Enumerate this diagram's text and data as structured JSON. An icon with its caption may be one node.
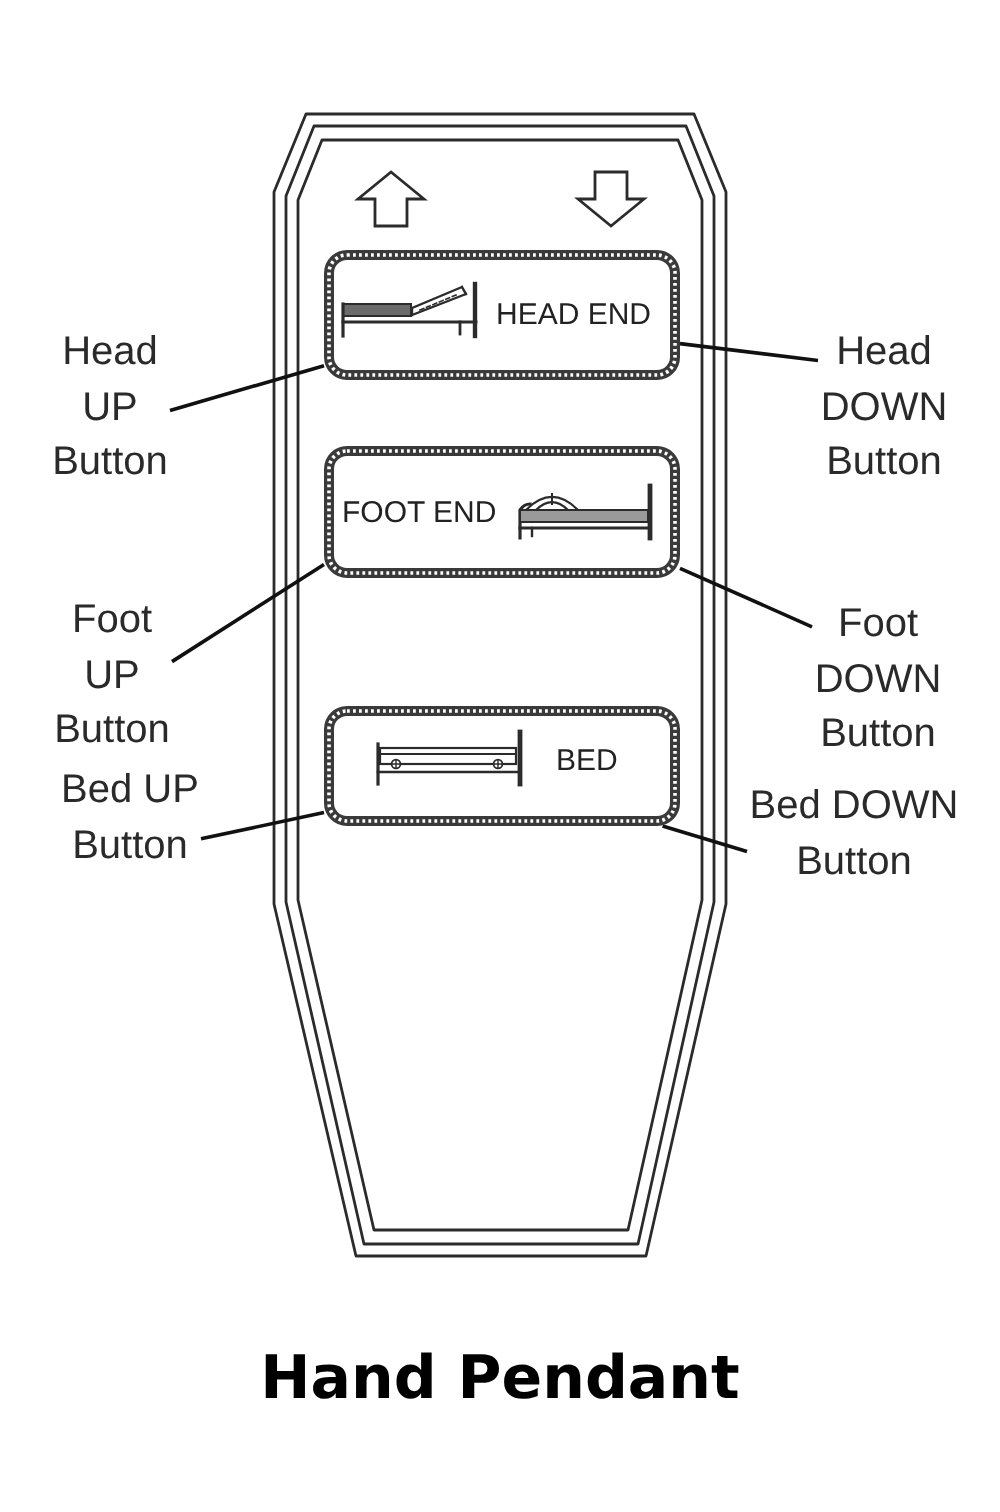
{
  "diagram": {
    "title": "Hand Pendant",
    "nodes": [
      {
        "text": [
          "HEAD END"
        ]
      },
      {
        "text": [
          "Head UP Button"
        ]
      },
      {
        "text": [
          "Head DOWN Button"
        ]
      },
      {
        "text": [
          "FOOT END"
        ]
      },
      {
        "text": [
          "Foot UP Button"
        ]
      },
      {
        "text": [
          "Foot DOWN Button"
        ]
      },
      {
        "text": [
          "BED"
        ]
      },
      {
        "text": [
          "Bed UP Button"
        ]
      },
      {
        "text": [
          "Bed DOWN Button"
        ]
      }
    ],
    "edges": [
      {
        "from": 1,
        "to": 0,
        "arrow": "none"
      },
      {
        "from": 2,
        "to": 0,
        "arrow": "none"
      },
      {
        "from": 4,
        "to": 3,
        "arrow": "none"
      },
      {
        "from": 5,
        "to": 3,
        "arrow": "none"
      },
      {
        "from": 7,
        "to": 6,
        "arrow": "none"
      },
      {
        "from": 8,
        "to": 6,
        "arrow": "none"
      }
    ]
  }
}
